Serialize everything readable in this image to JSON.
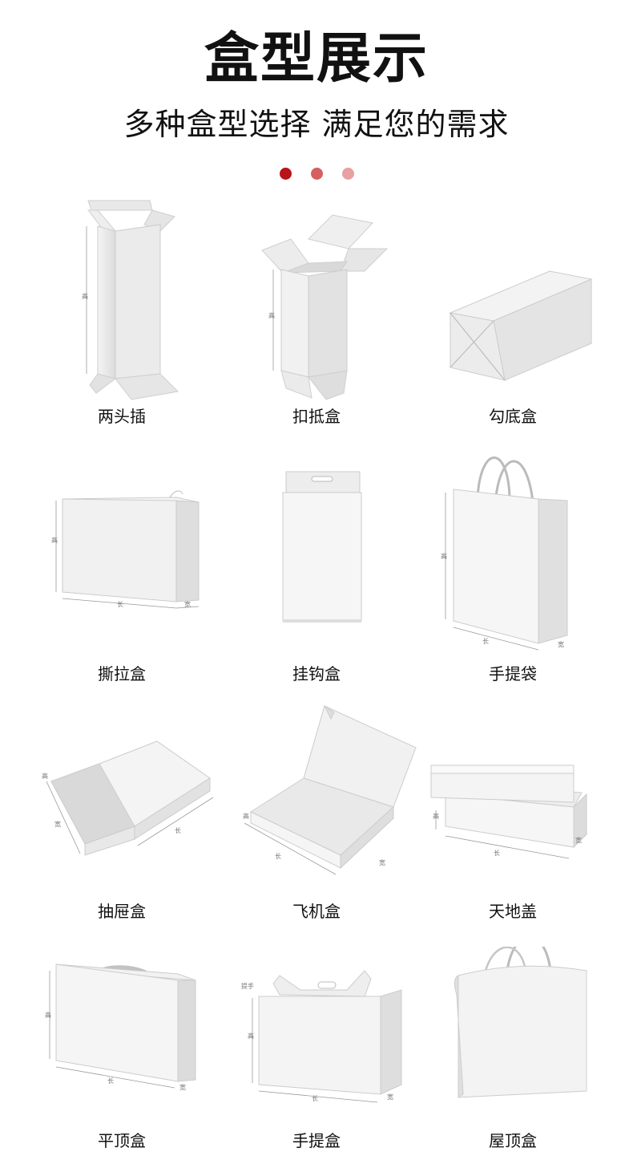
{
  "header": {
    "title": "盒型展示",
    "subtitle": "多种盒型选择 满足您的需求"
  },
  "accent_dots": [
    "#b8141b",
    "#d5605f",
    "#e9a0a2"
  ],
  "dimension_labels": {
    "height": "高",
    "length": "长",
    "width": "宽",
    "handle": "提手"
  },
  "boxes": [
    {
      "label": "两头插",
      "icon": "tuck-end-box-icon"
    },
    {
      "label": "扣抵盒",
      "icon": "snap-lock-bottom-box-icon"
    },
    {
      "label": "勾底盒",
      "icon": "hook-bottom-box-icon"
    },
    {
      "label": "撕拉盒",
      "icon": "tear-strip-box-icon"
    },
    {
      "label": "挂钩盒",
      "icon": "hanging-box-icon"
    },
    {
      "label": "手提袋",
      "icon": "handbag-icon"
    },
    {
      "label": "抽屉盒",
      "icon": "drawer-box-icon"
    },
    {
      "label": "飞机盒",
      "icon": "mailer-box-icon"
    },
    {
      "label": "天地盖",
      "icon": "lid-and-base-box-icon"
    },
    {
      "label": "平顶盒",
      "icon": "flat-top-box-icon"
    },
    {
      "label": "手提盒",
      "icon": "handle-box-icon"
    },
    {
      "label": "屋顶盒",
      "icon": "gable-top-box-icon"
    }
  ]
}
